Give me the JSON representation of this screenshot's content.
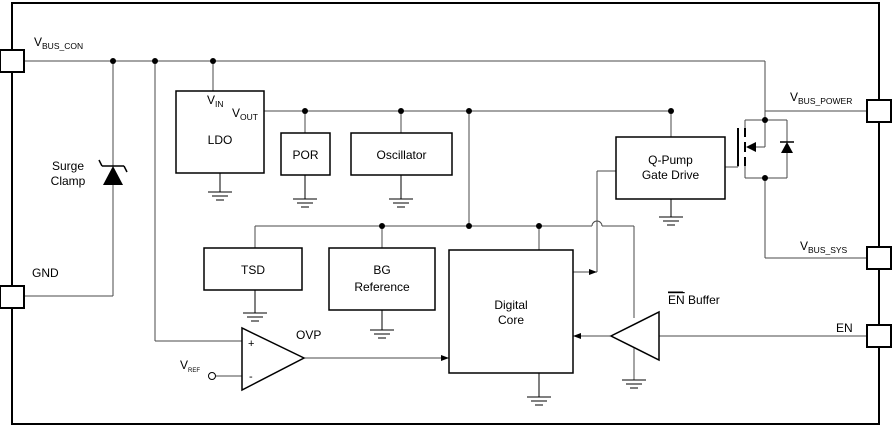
{
  "pins": {
    "vbus_con": {
      "main": "V",
      "sub": "BUS_CON"
    },
    "gnd": "GND",
    "vbus_power": {
      "main": "V",
      "sub": "BUS_POWER"
    },
    "vbus_sys": {
      "main": "V",
      "sub": "BUS_SYS"
    },
    "en": "EN"
  },
  "surge_clamp": {
    "line1": "Surge",
    "line2": "Clamp"
  },
  "ldo": {
    "title": "LDO",
    "vin_main": "V",
    "vin_sub": "IN",
    "vout_main": "V",
    "vout_sub": "OUT"
  },
  "blocks": {
    "por": "POR",
    "oscillator": "Oscillator",
    "qpump_line1": "Q-Pump",
    "qpump_line2": "Gate Drive",
    "tsd": "TSD",
    "bg_line1": "BG",
    "bg_line2": "Reference",
    "core_line1": "Digital",
    "core_line2": "Core"
  },
  "ovp": {
    "label": "OVP",
    "plus": "+",
    "minus": "-",
    "vref_main": "V",
    "vref_sub": "REF"
  },
  "en_buffer": {
    "overline": "EN",
    "rest": " Buffer"
  }
}
